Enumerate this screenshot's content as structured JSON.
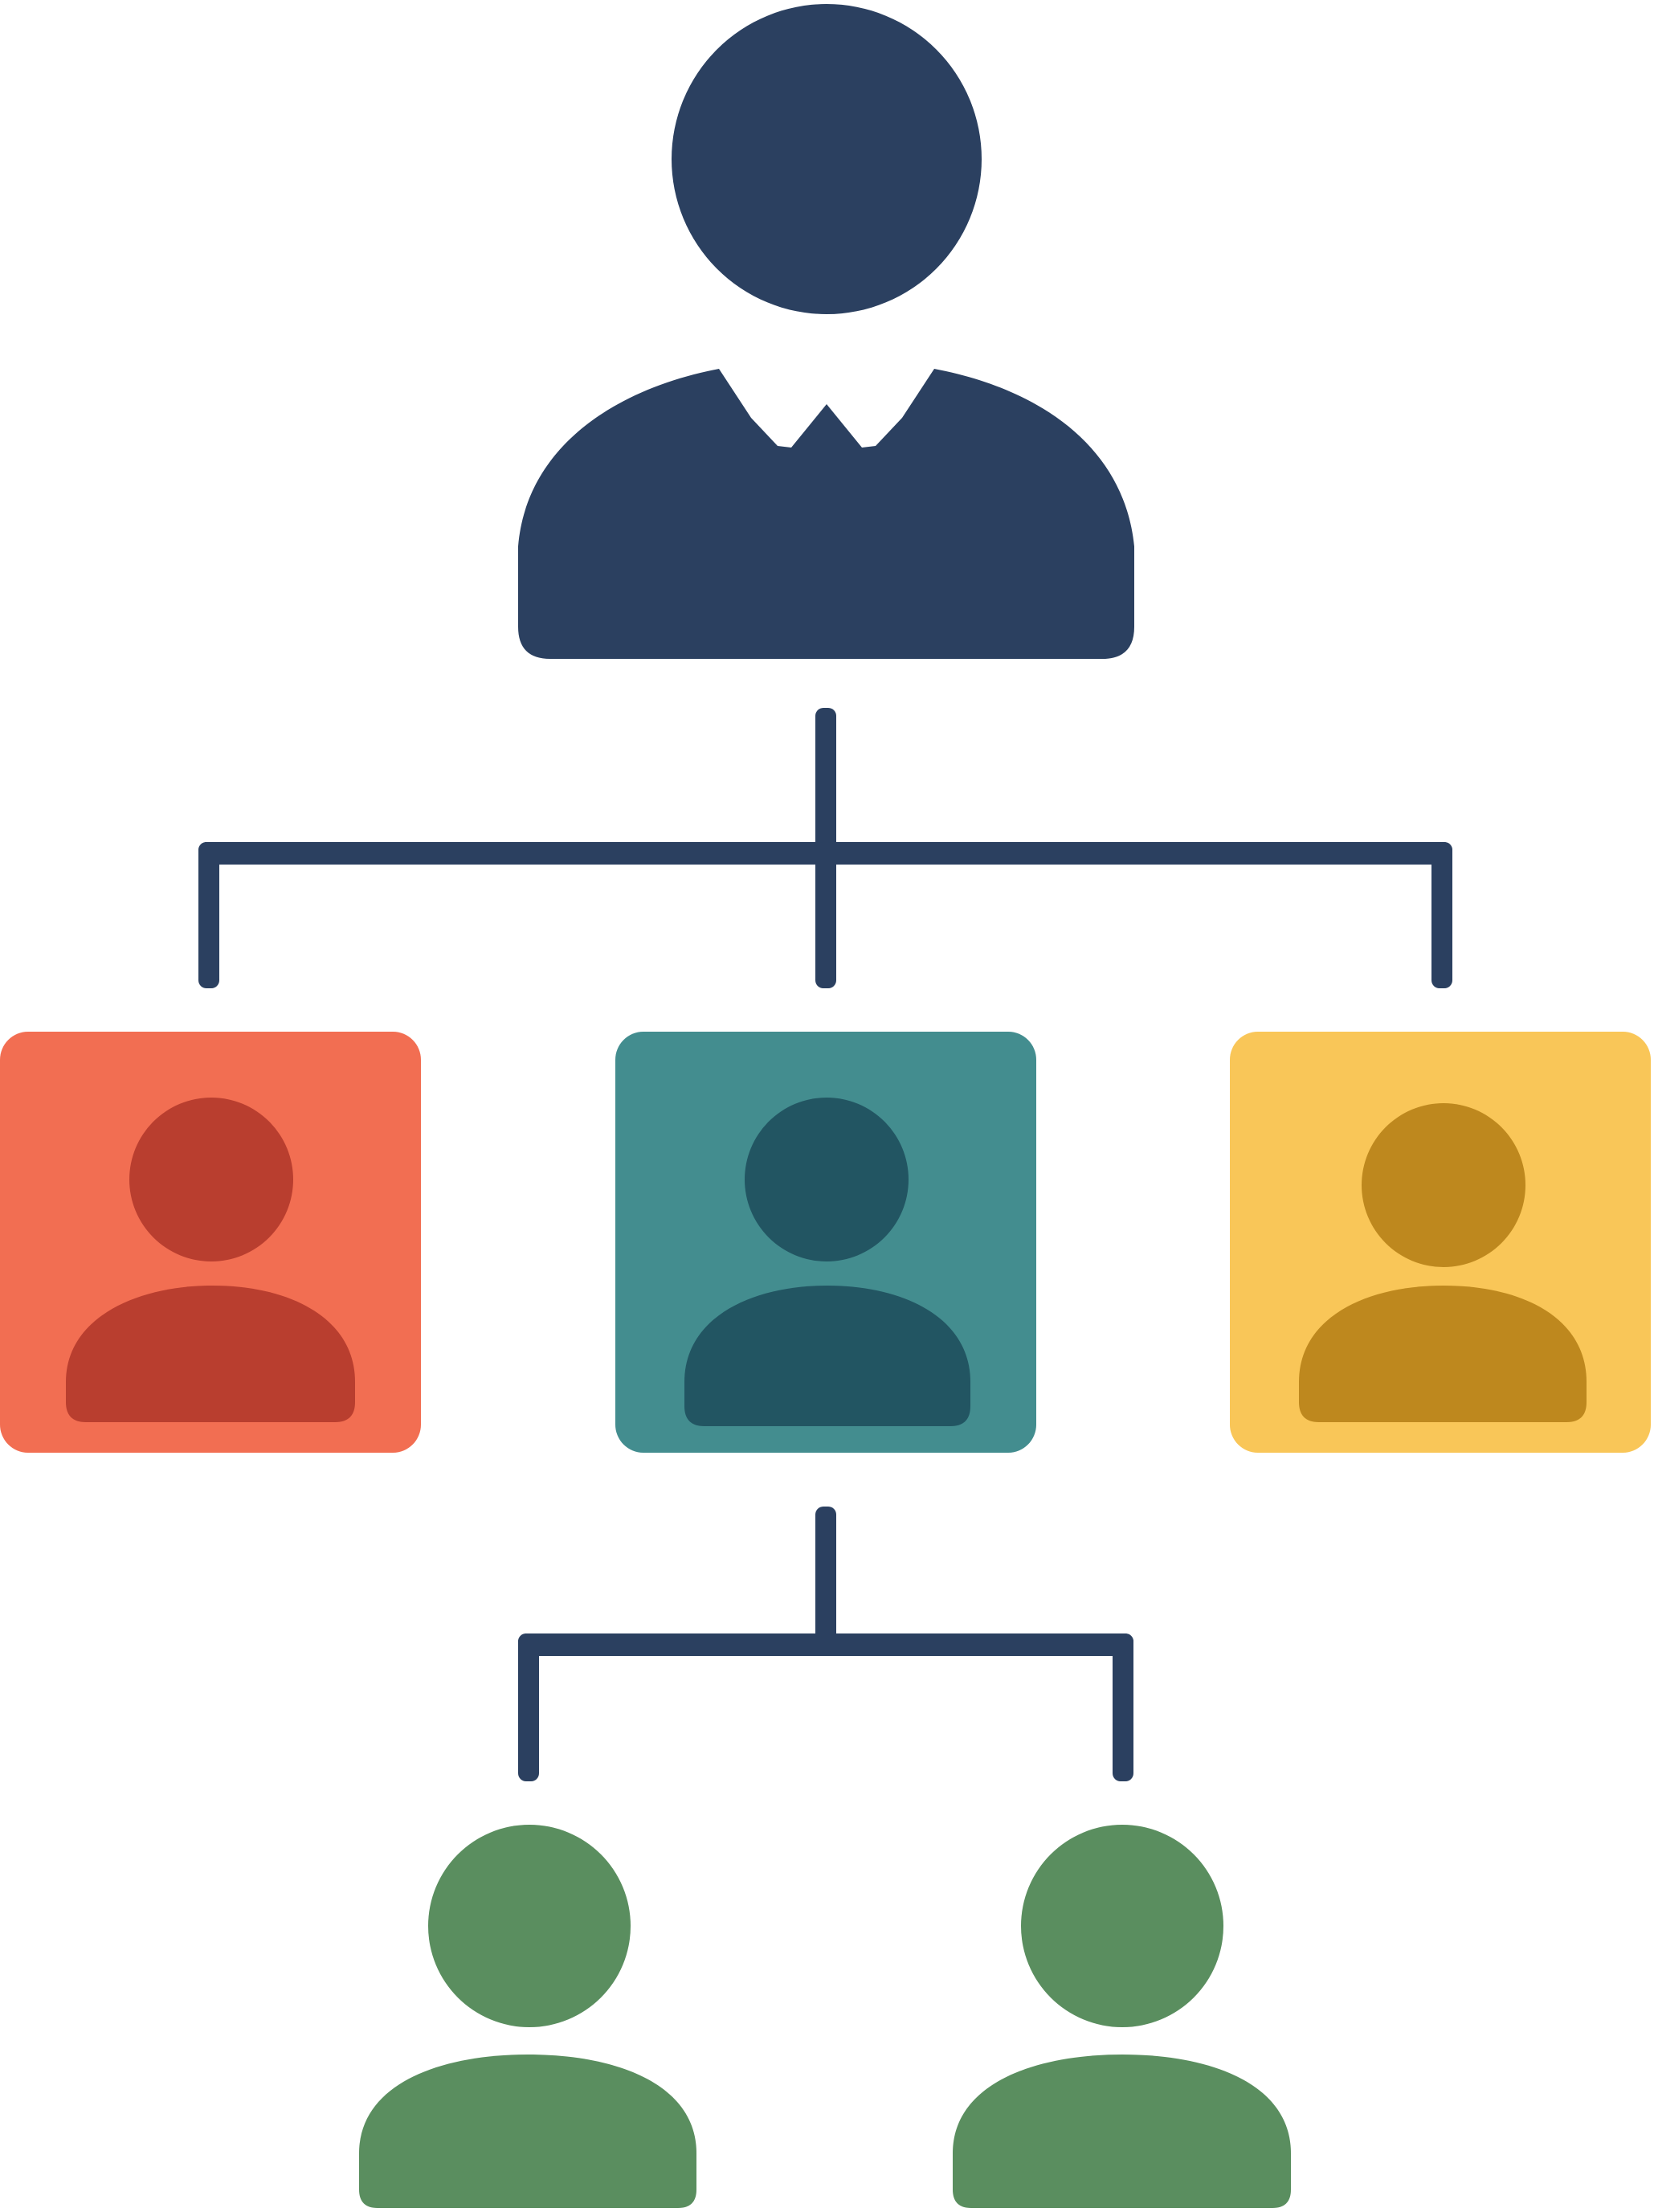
{
  "diagram": {
    "type": "org-chart",
    "colors": {
      "leader": "#2b4060",
      "connector": "#2b4060",
      "box_left": "#f26e52",
      "figure_left": "#b93e2f",
      "box_middle": "#438d8f",
      "figure_middle": "#225562",
      "box_right": "#f9c658",
      "figure_right": "#be881e",
      "subordinate": "#5a8e5f",
      "background": "#ffffff"
    },
    "nodes": [
      {
        "id": "leader",
        "icon": "person-icon",
        "level": 1
      },
      {
        "id": "manager-left",
        "icon": "person-icon",
        "level": 2,
        "parent": "leader"
      },
      {
        "id": "manager-middle",
        "icon": "person-icon",
        "level": 2,
        "parent": "leader"
      },
      {
        "id": "manager-right",
        "icon": "person-icon",
        "level": 2,
        "parent": "leader"
      },
      {
        "id": "staff-left",
        "icon": "person-icon",
        "level": 3,
        "parent": "manager-middle"
      },
      {
        "id": "staff-right",
        "icon": "person-icon",
        "level": 3,
        "parent": "manager-middle"
      }
    ]
  }
}
